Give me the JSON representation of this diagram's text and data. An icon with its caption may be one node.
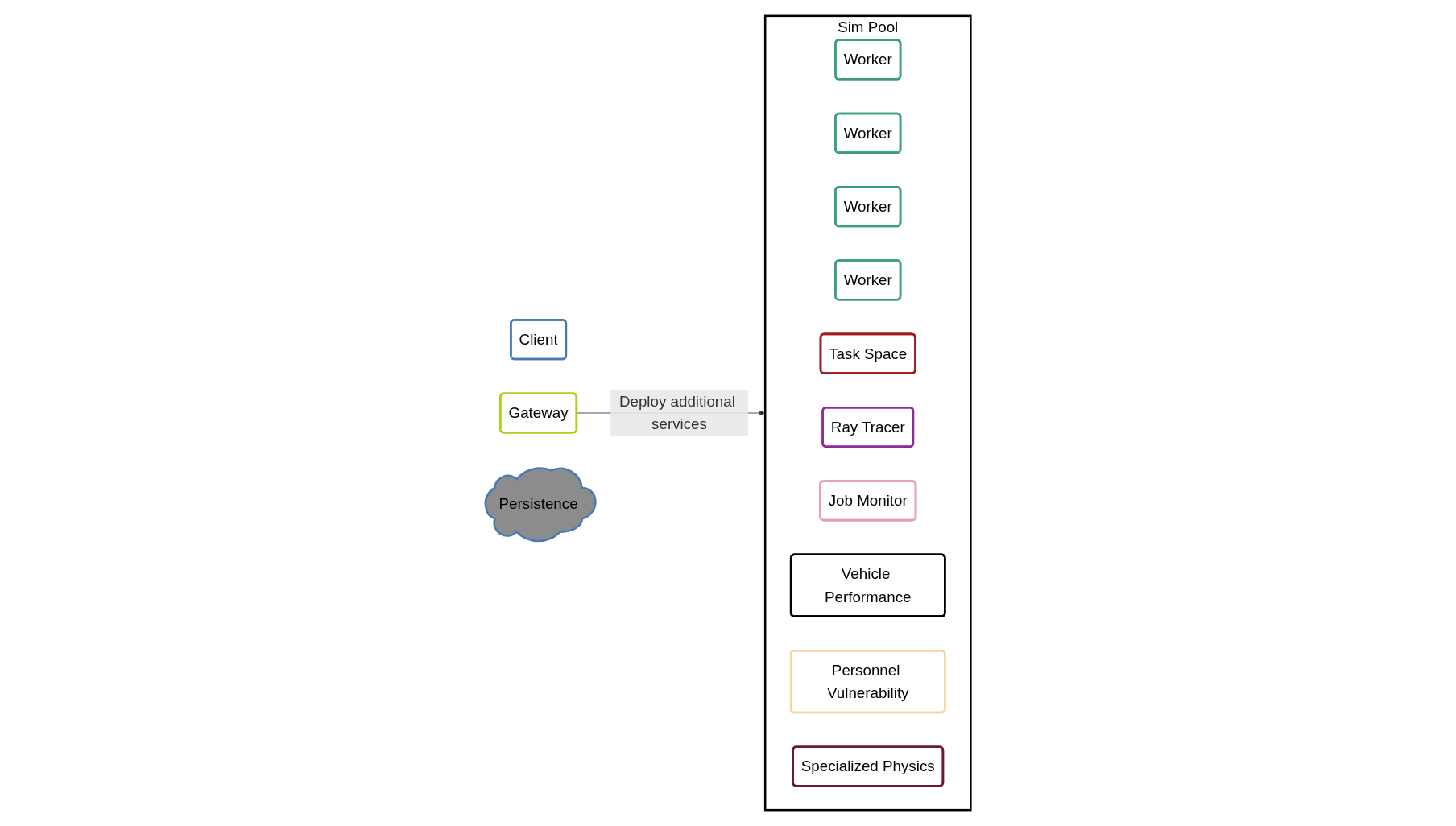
{
  "diagram": {
    "nodes": [
      {
        "text": [
          "Client"
        ]
      },
      {
        "text": [
          "Gateway"
        ]
      },
      {
        "text": [
          "Sim Pool"
        ]
      },
      {
        "text": [
          "Worker"
        ],
        "in": 2
      },
      {
        "text": [
          "Worker"
        ],
        "in": 2
      },
      {
        "text": [
          "Worker"
        ],
        "in": 2
      },
      {
        "text": [
          "Worker"
        ],
        "in": 2
      },
      {
        "text": [
          "Task Space"
        ],
        "in": 2
      },
      {
        "text": [
          "Ray Tracer"
        ],
        "in": 2
      },
      {
        "text": [
          "Job Monitor"
        ],
        "in": 2
      },
      {
        "text": [
          "Vehicle Performance"
        ],
        "in": 2
      },
      {
        "text": [
          "Personnel Vulnerability"
        ],
        "in": 2
      },
      {
        "text": [
          "Specialized Physics"
        ],
        "in": 2
      },
      {
        "text": [
          "Persistence"
        ]
      }
    ],
    "edges": [
      {
        "from": 1,
        "to": 2,
        "arrow": "to",
        "label": "Deploy additional services"
      }
    ]
  }
}
